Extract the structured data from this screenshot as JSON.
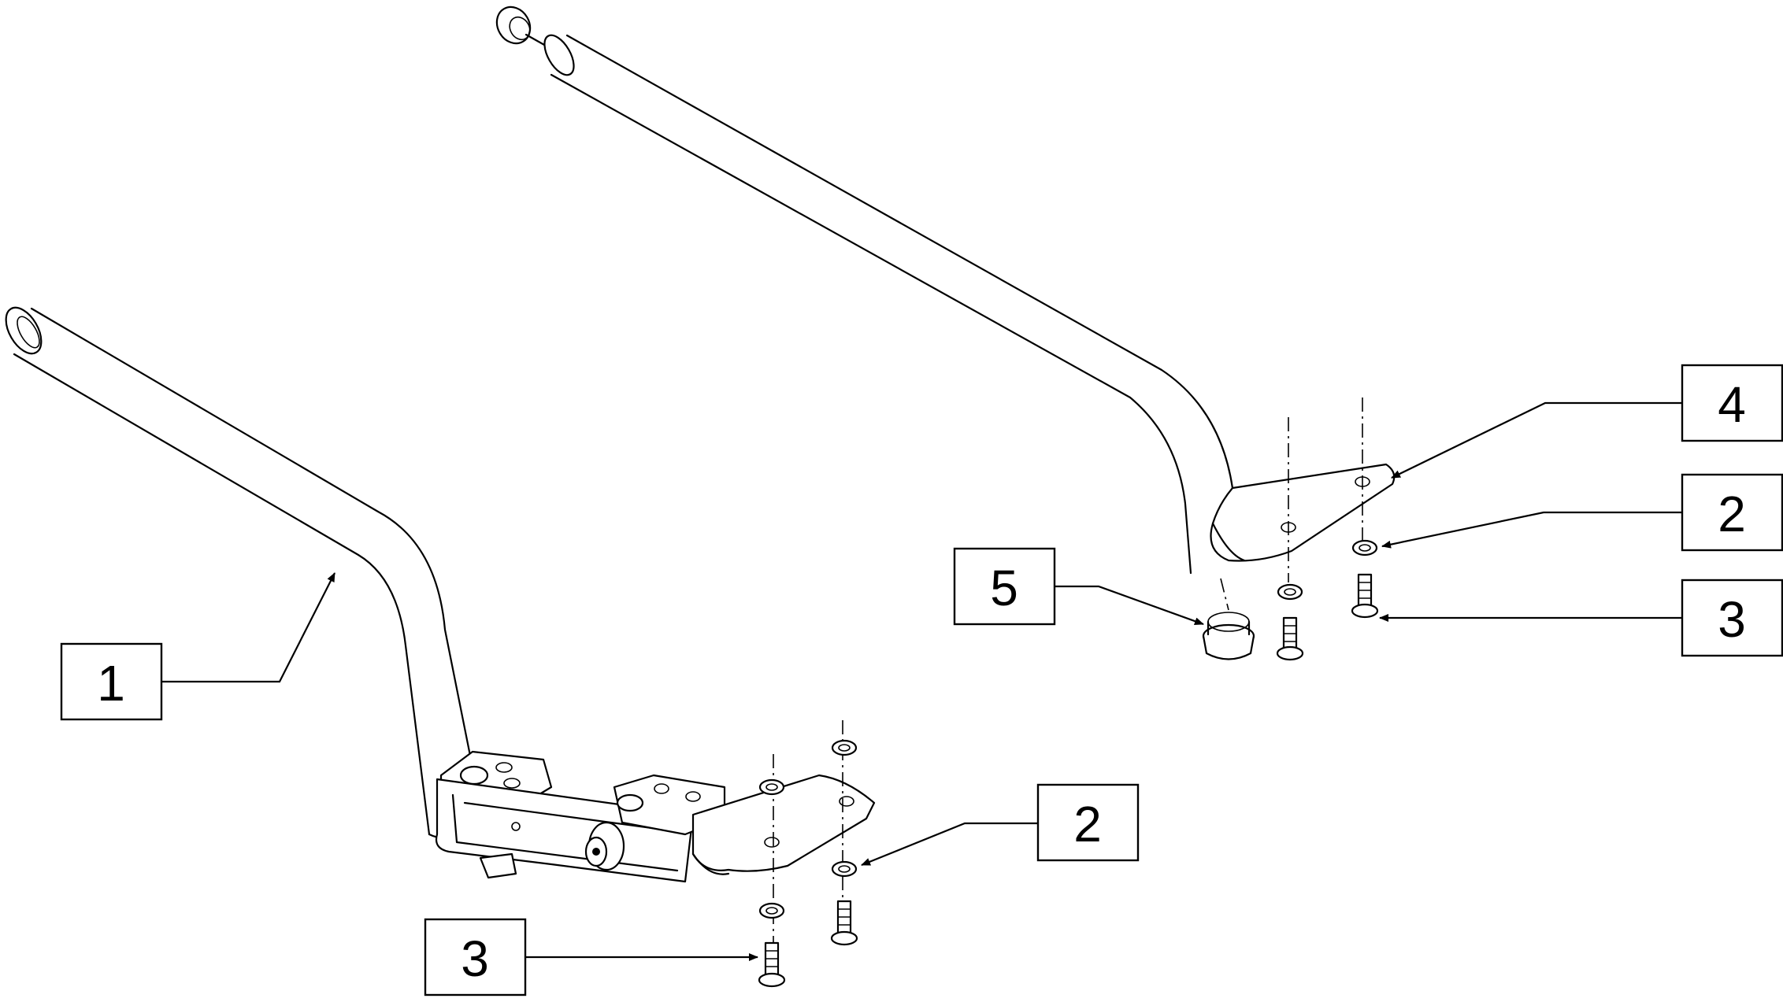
{
  "diagram": {
    "callouts": [
      {
        "id": "callout-1",
        "label": "1"
      },
      {
        "id": "callout-2-lower",
        "label": "2"
      },
      {
        "id": "callout-3-lower",
        "label": "3"
      },
      {
        "id": "callout-4",
        "label": "4"
      },
      {
        "id": "callout-2-upper",
        "label": "2"
      },
      {
        "id": "callout-3-upper",
        "label": "3"
      },
      {
        "id": "callout-5",
        "label": "5"
      }
    ]
  }
}
